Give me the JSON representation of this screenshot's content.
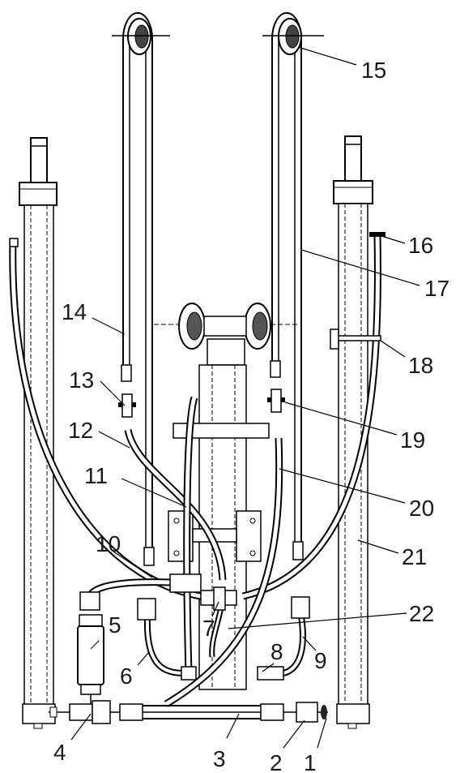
{
  "figure": {
    "labels": [
      "1",
      "2",
      "3",
      "4",
      "5",
      "6",
      "7",
      "8",
      "9",
      "10",
      "11",
      "12",
      "13",
      "14",
      "15",
      "16",
      "17",
      "18",
      "19",
      "20",
      "21",
      "22"
    ]
  }
}
